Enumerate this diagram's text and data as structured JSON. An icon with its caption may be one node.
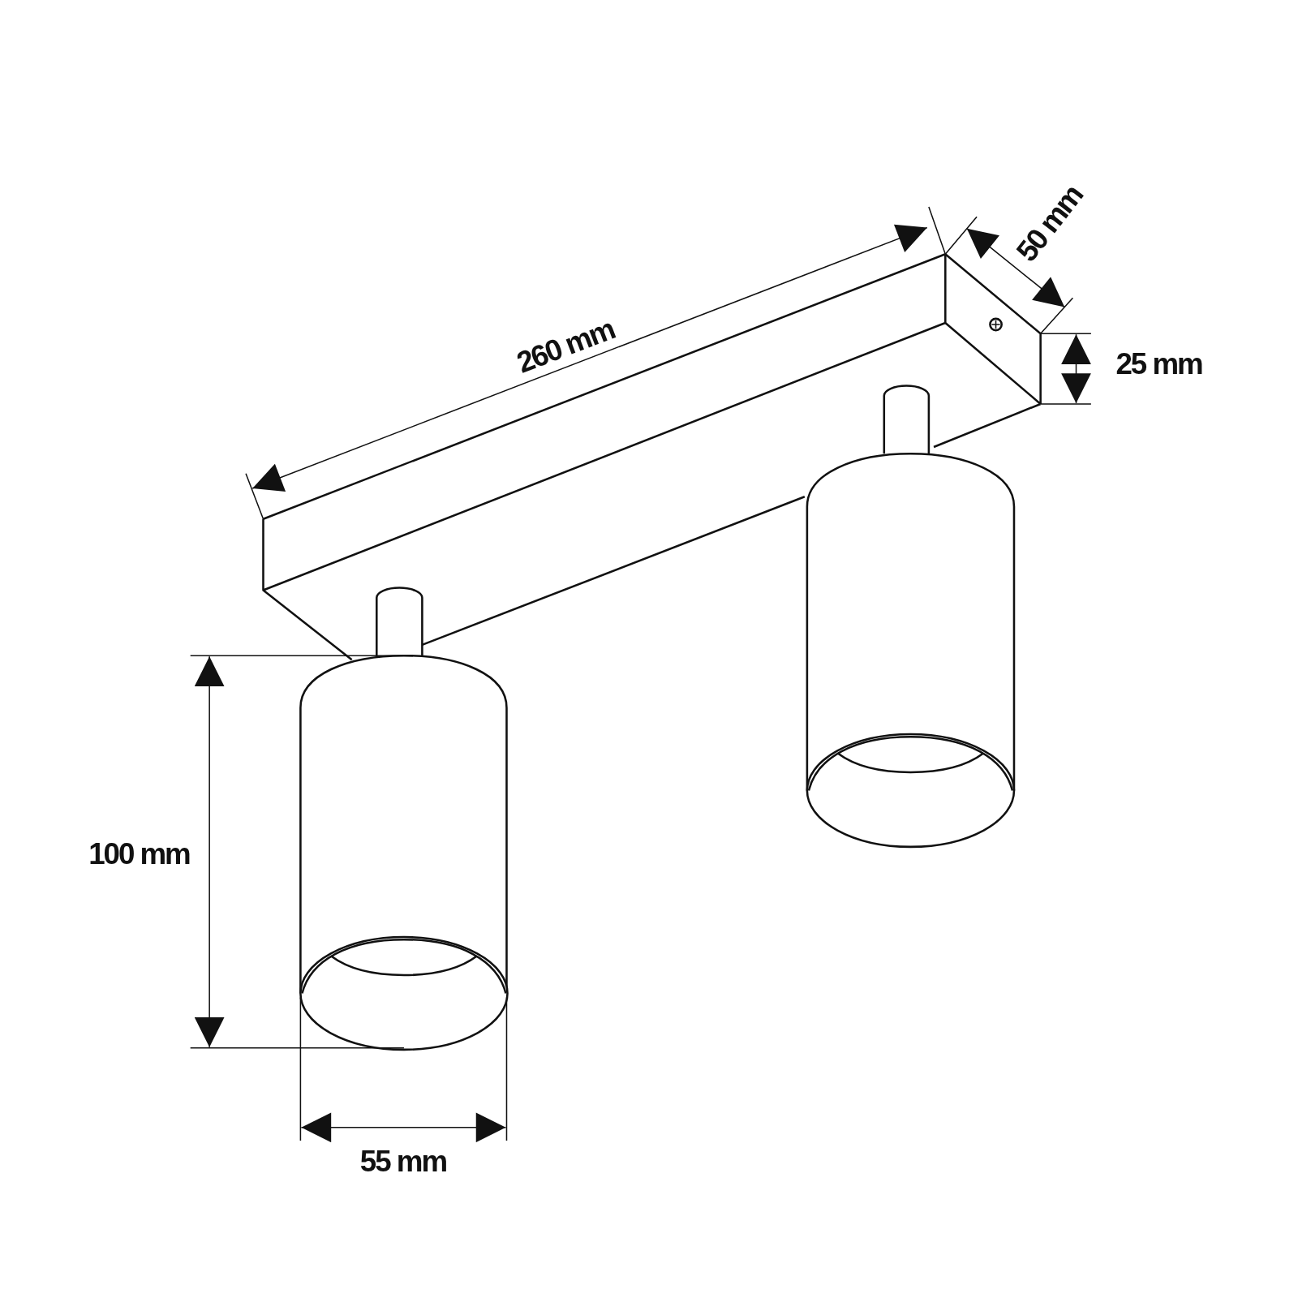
{
  "diagram": {
    "labels": [
      "260 mm",
      "50 mm",
      "25 mm",
      "100 mm",
      "55 mm"
    ]
  }
}
